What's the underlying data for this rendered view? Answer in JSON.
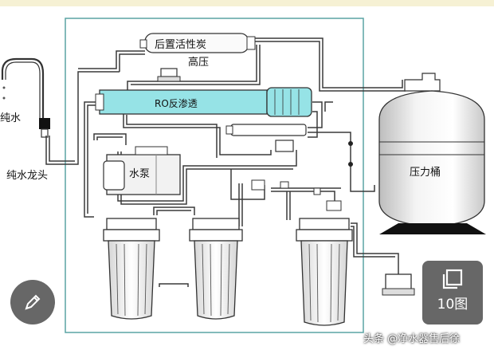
{
  "diagram": {
    "labels": {
      "post_carbon": "后置活性炭",
      "high_pressure": "高压",
      "ro_membrane": "RO反渗透",
      "pure_water": "纯水",
      "pure_faucet": "纯水龙头",
      "pump": "水泵",
      "pressure_tank": "压力桶"
    },
    "colors": {
      "line": "#3a3a3a",
      "frame": "#5aa4a4",
      "ro_fill": "#96e3e6",
      "pump_fill": "#f2f2f2"
    }
  },
  "overlay": {
    "edit_icon": "pencil-icon",
    "gallery_icon": "gallery-icon",
    "gallery_count": "10图",
    "watermark": "头条 @净水器售后徐"
  }
}
